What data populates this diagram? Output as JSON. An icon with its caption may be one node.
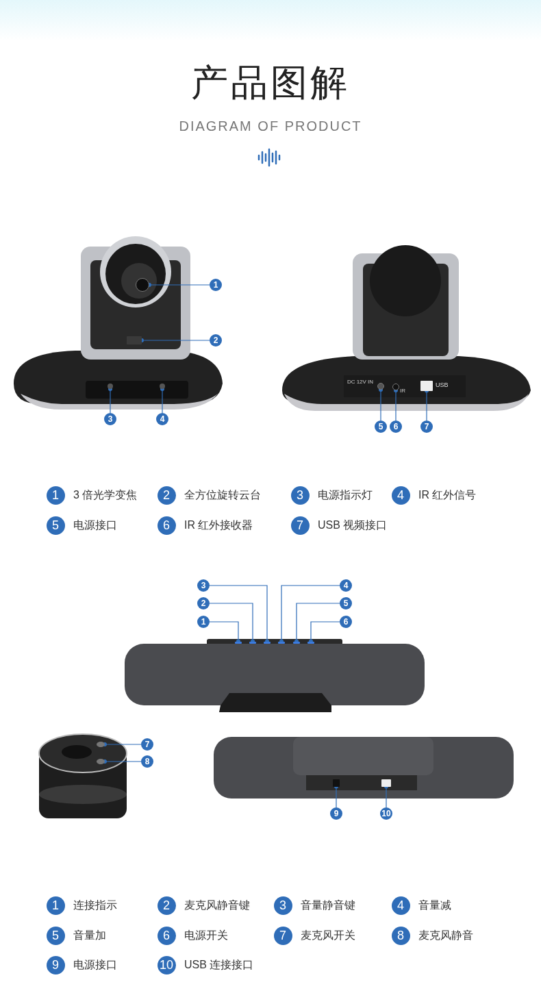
{
  "diagram": {
    "title": "产品图解",
    "nodes": [
      {
        "text": [
          "1"
        ]
      },
      {
        "text": [
          "2"
        ]
      },
      {
        "text": [
          "3"
        ]
      },
      {
        "text": [
          "4"
        ]
      },
      {
        "text": [
          "5"
        ]
      },
      {
        "text": [
          "6"
        ]
      },
      {
        "text": [
          "7"
        ]
      },
      {
        "text": [
          "1"
        ],
        "beside": [
          "3 倍光学变焦"
        ]
      },
      {
        "text": [
          "2"
        ],
        "beside": [
          "全方位旋转云台"
        ]
      },
      {
        "text": [
          "3"
        ],
        "beside": [
          "电源指示灯"
        ]
      },
      {
        "text": [
          "4"
        ],
        "beside": [
          "IR 红外信号"
        ]
      },
      {
        "text": [
          "5"
        ],
        "beside": [
          "电源接口"
        ]
      },
      {
        "text": [
          "6"
        ],
        "beside": [
          "IR 红外接收器"
        ]
      },
      {
        "text": [
          "7"
        ],
        "beside": [
          "USB 视频接口"
        ]
      },
      {
        "text": [
          "1"
        ]
      },
      {
        "text": [
          "2"
        ]
      },
      {
        "text": [
          "3"
        ]
      },
      {
        "text": [
          "4"
        ]
      },
      {
        "text": [
          "5"
        ]
      },
      {
        "text": [
          "6"
        ]
      },
      {
        "text": [
          "7"
        ]
      },
      {
        "text": [
          "8"
        ]
      },
      {
        "text": [
          "9"
        ]
      },
      {
        "text": [
          "10"
        ]
      },
      {
        "text": [
          "1"
        ],
        "beside": [
          "连接指示"
        ]
      },
      {
        "text": [
          "2"
        ],
        "beside": [
          "麦克风静音键"
        ]
      },
      {
        "text": [
          "3"
        ],
        "beside": [
          "音量静音键"
        ]
      },
      {
        "text": [
          "4"
        ],
        "beside": [
          "音量减"
        ]
      },
      {
        "text": [
          "5"
        ],
        "beside": [
          "音量加"
        ]
      },
      {
        "text": [
          "6"
        ],
        "beside": [
          "电源开关"
        ]
      },
      {
        "text": [
          "7"
        ],
        "beside": [
          "麦克风开关"
        ]
      },
      {
        "text": [
          "8"
        ],
        "beside": [
          "麦克风静音"
        ]
      },
      {
        "text": [
          "9"
        ],
        "beside": [
          "电源接口"
        ]
      },
      {
        "text": [
          "10"
        ],
        "beside": [
          "USB 连接接口"
        ]
      },
      {
        "text": [],
        "shape": "circle"
      },
      {
        "text": [],
        "shape": "box"
      },
      {
        "text": [],
        "shape": "circle"
      },
      {
        "text": [],
        "shape": "circle"
      },
      {
        "text": [],
        "shape": "circle"
      },
      {
        "text": [],
        "shape": "circle"
      },
      {
        "text": [],
        "shape": "box"
      },
      {
        "text": [],
        "shape": "box"
      },
      {
        "text": [],
        "shape": "box"
      },
      {
        "text": [],
        "shape": "box"
      },
      {
        "text": [],
        "shape": "box"
      },
      {
        "text": [],
        "shape": "box"
      },
      {
        "text": [],
        "shape": "box"
      },
      {
        "text": [],
        "shape": "circle"
      },
      {
        "text": [],
        "shape": "circle"
      },
      {
        "text": [],
        "shape": "box"
      },
      {
        "text": [],
        "shape": "box"
      }
    ],
    "edges": [
      {
        "from": 0,
        "to": 34,
        "arrow": "other"
      },
      {
        "from": 1,
        "to": 35,
        "arrow": "other"
      },
      {
        "from": 2,
        "to": 36,
        "arrow": "other"
      },
      {
        "from": 3,
        "to": 37,
        "arrow": "other"
      },
      {
        "from": 4,
        "to": 38,
        "arrow": "other"
      },
      {
        "from": 5,
        "to": 39,
        "arrow": "other"
      },
      {
        "from": 6,
        "to": 40,
        "arrow": "other"
      },
      {
        "from": 14,
        "to": 41,
        "arrow": "other"
      },
      {
        "from": 15,
        "to": 42,
        "arrow": "other"
      },
      {
        "from": 16,
        "to": 43,
        "arrow": "other"
      },
      {
        "from": 17,
        "to": 44,
        "arrow": "other"
      },
      {
        "from": 18,
        "to": 45,
        "arrow": "other"
      },
      {
        "from": 19,
        "to": 46,
        "arrow": "other"
      },
      {
        "from": 20,
        "to": 47,
        "arrow": "other"
      },
      {
        "from": 21,
        "to": 48,
        "arrow": "other"
      },
      {
        "from": 22,
        "to": 49,
        "arrow": "other"
      },
      {
        "from": 23,
        "to": 50,
        "arrow": "other"
      }
    ],
    "labels": [
      "DIAGRAM OF PRODUCT",
      "DC 12V IN",
      "IR",
      "USB"
    ]
  }
}
